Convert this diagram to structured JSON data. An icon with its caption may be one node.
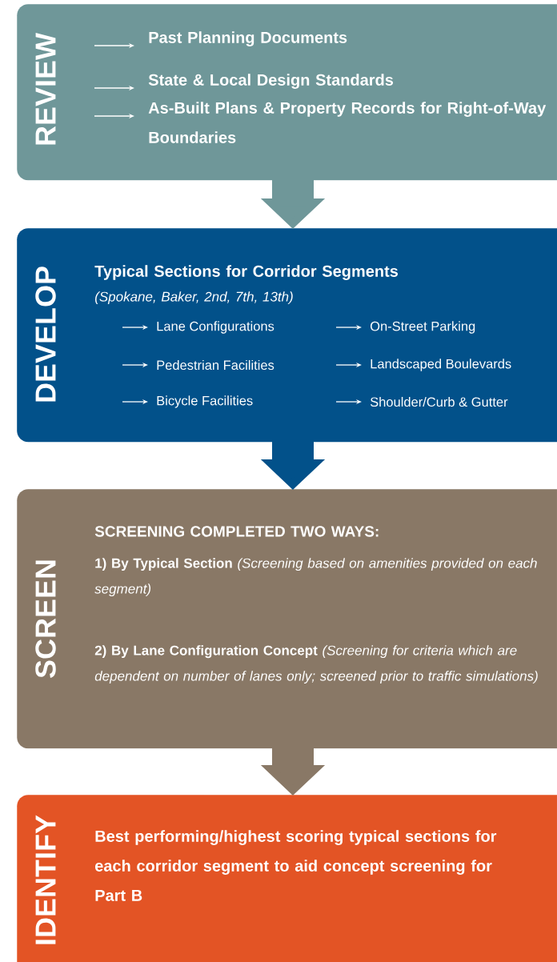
{
  "diagram": {
    "nodes": [
      {
        "text": [
          "REVIEW",
          "Past Planning Documents",
          "State & Local Design Standards",
          "As-Built Plans & Property Records for Right-of-Way Boundaries"
        ]
      },
      {
        "text": [
          "DEVELOP",
          "Typical Sections for Corridor Segments",
          "(Spokane, Baker, 2nd, 7th, 13th)",
          "Lane Configurations",
          "On-Street Parking",
          "Pedestrian Facilities",
          "Landscaped Boulevards",
          "Bicycle Facilities",
          "Shoulder/Curb & Gutter"
        ]
      },
      {
        "text": [
          "SCREEN",
          "SCREENING COMPLETED TWO WAYS:",
          "**1) By Typical Section** *(Screening based on amenities provided on each segment)*",
          "**2) By Lane Configuration Concept** *(Screening for criteria which are dependent on number of lanes only; screened prior to traffic simulations)*"
        ]
      },
      {
        "text": [
          "IDENTIFY",
          "Best performing/highest scoring typical sections for each corridor segment to aid concept screening for Part B"
        ]
      }
    ],
    "edges": [
      {
        "from": 0,
        "to": 1,
        "arrow": "to",
        "color": "#6f9799"
      },
      {
        "from": 1,
        "to": 2,
        "arrow": "to",
        "color": "#02518a"
      },
      {
        "from": 2,
        "to": 3,
        "arrow": "to",
        "color": "#897866"
      }
    ]
  }
}
